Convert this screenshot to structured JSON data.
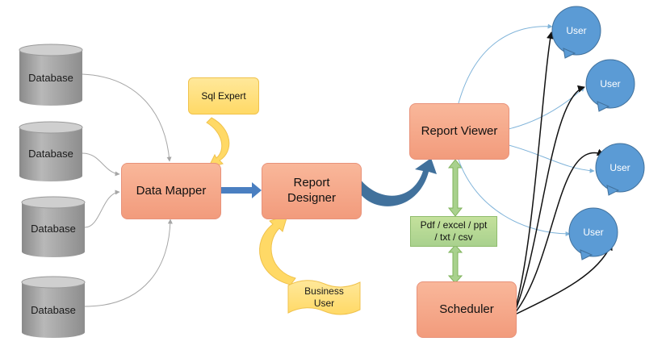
{
  "databases": [
    {
      "label": "Database"
    },
    {
      "label": "Database"
    },
    {
      "label": "Database"
    },
    {
      "label": "Database"
    }
  ],
  "nodes": {
    "data_mapper": "Data Mapper",
    "report_designer_line1": "Report",
    "report_designer_line2": "Designer",
    "report_viewer": "Report Viewer",
    "scheduler": "Scheduler",
    "sql_expert": "Sql Expert",
    "business_user_line1": "Business",
    "business_user_line2": "User",
    "formats_line1": "Pdf / excel / ppt",
    "formats_line2": "/ txt / csv"
  },
  "users": [
    {
      "label": "User"
    },
    {
      "label": "User"
    },
    {
      "label": "User"
    },
    {
      "label": "User"
    }
  ],
  "colors": {
    "process_fill": "#f4a582",
    "database_fill": "#9e9e9e",
    "user_fill": "#5b9bd5",
    "callout_fill": "#ffd966",
    "format_fill": "#a9d18e",
    "flow_arrow": "#4a7fc1"
  }
}
